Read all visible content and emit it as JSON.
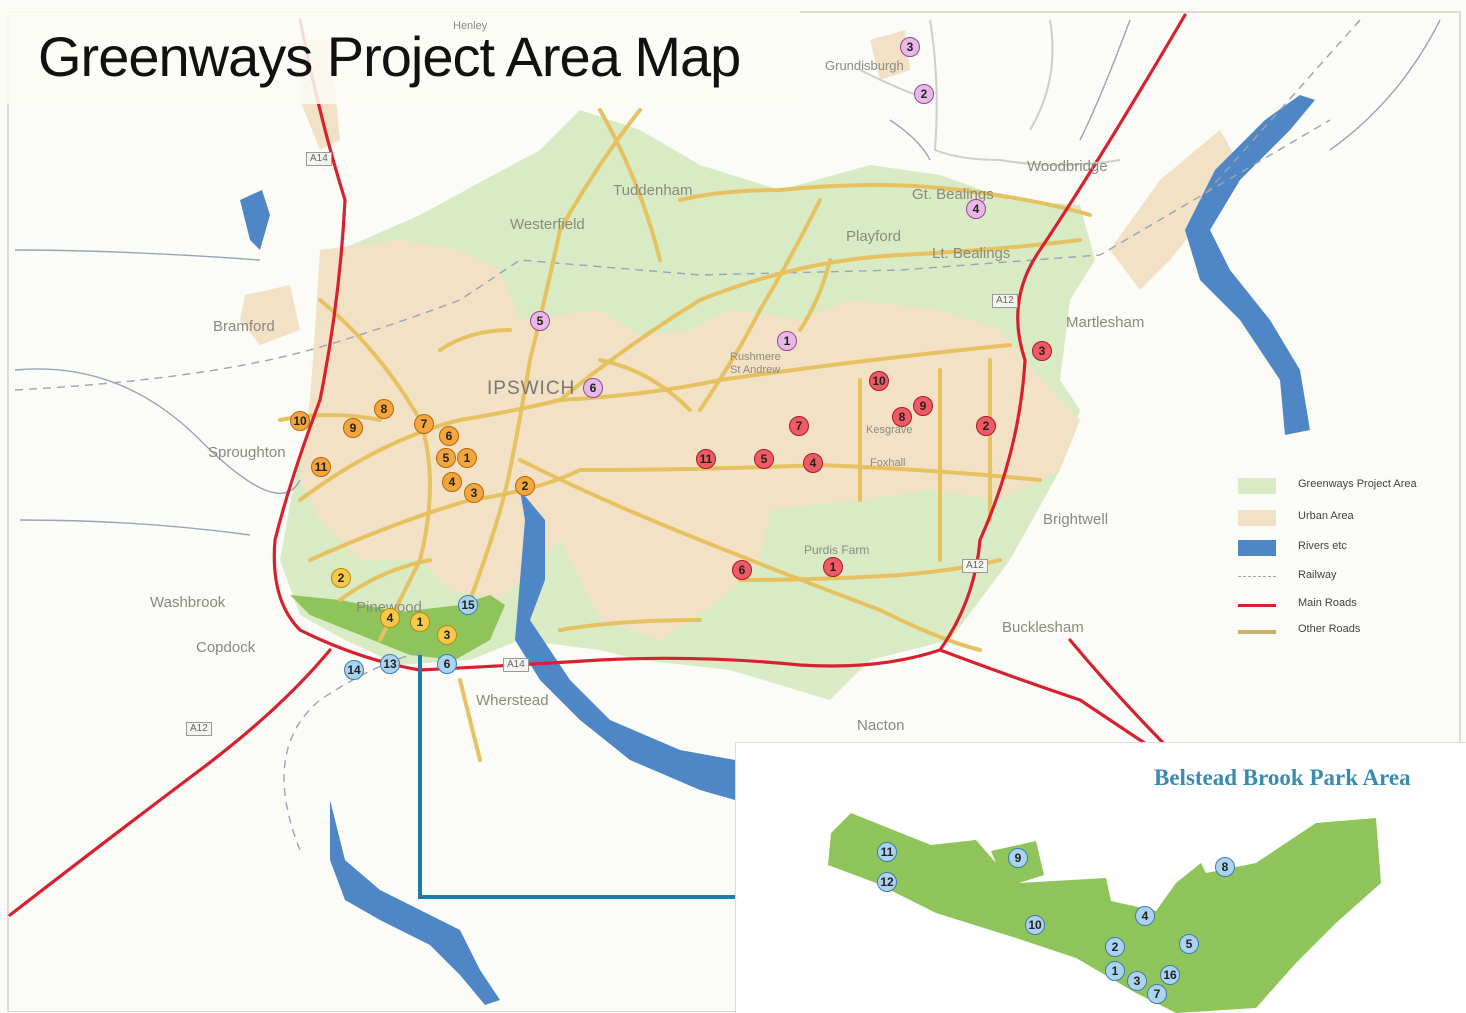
{
  "title": "Greenways Project Area Map",
  "places": {
    "henley": "Henley",
    "grundisburgh": "Grundisburgh",
    "woodbridge": "Woodbridge",
    "tuddenham": "Tuddenham",
    "westerfield": "Westerfield",
    "gt_bealings": "Gt. Bealings",
    "playford": "Playford",
    "lt_bealings": "Lt. Bealings",
    "bramford": "Bramford",
    "martlesham": "Martlesham",
    "ipswich": "IPSWICH",
    "rushmere": "Rushmere",
    "st_andrew": "St Andrew",
    "kesgrave": "Kesgrave",
    "foxhall": "Foxhall",
    "sproughton": "Sproughton",
    "brightwell": "Brightwell",
    "purdis_farm": "Purdis Farm",
    "washbrook": "Washbrook",
    "pinewood": "Pinewood",
    "copdock": "Copdock",
    "bucklesham": "Bucklesham",
    "wherstead": "Wherstead",
    "nacton": "Nacton"
  },
  "roads": {
    "a14_nw": "A14",
    "a12_ne": "A12",
    "a12_e": "A12",
    "a14_s": "A14",
    "a12_sw": "A12"
  },
  "legend": {
    "greenways": "Greenways Project Area",
    "urban": "Urban Area",
    "rivers": "Rivers etc",
    "railway": "Railway",
    "main_roads": "Main Roads",
    "other_roads": "Other Roads",
    "colors": {
      "greenways": "#d9ebc4",
      "urban": "#f3e1c6",
      "rivers": "#4f86c6",
      "railway": "#9aa4b4",
      "main_roads": "#d6212f",
      "other_roads": "#e6c160"
    }
  },
  "inset": {
    "title": "Belstead Brook Park Area"
  },
  "markers": {
    "purple": [
      "3",
      "2",
      "4",
      "5",
      "1",
      "6"
    ],
    "red": [
      "3",
      "10",
      "8",
      "9",
      "2",
      "7",
      "11",
      "5",
      "4",
      "6",
      "1"
    ],
    "orange": [
      "10",
      "8",
      "9",
      "7",
      "6",
      "11",
      "5",
      "1",
      "4",
      "3",
      "2"
    ],
    "yellow": [
      "2",
      "4",
      "1",
      "3"
    ],
    "blue": [
      "15",
      "14",
      "13",
      "6"
    ],
    "inset_blue": [
      "11",
      "12",
      "9",
      "8",
      "10",
      "4",
      "2",
      "5",
      "1",
      "3",
      "16",
      "7"
    ]
  }
}
